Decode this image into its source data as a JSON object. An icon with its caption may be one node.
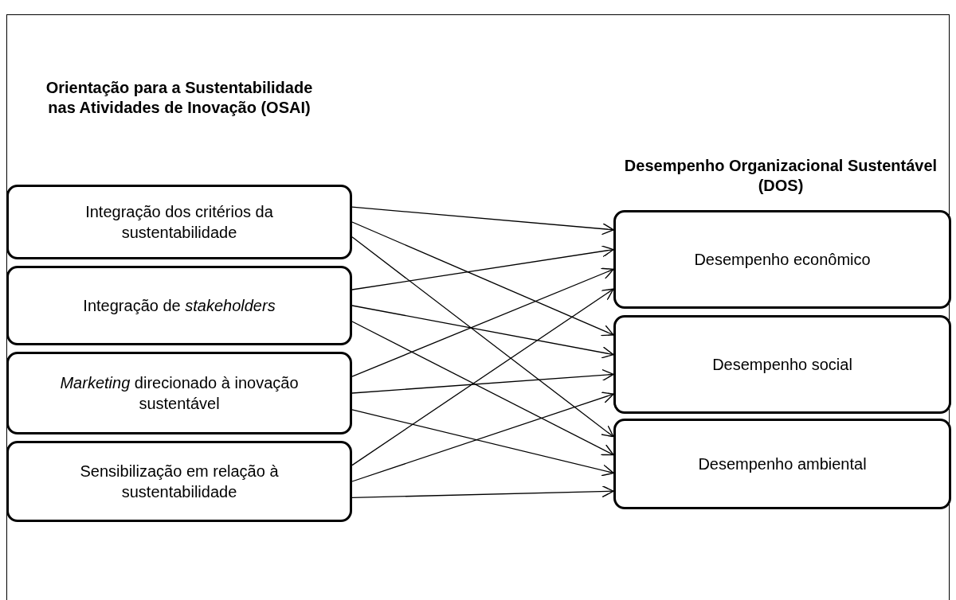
{
  "diagram": {
    "nodes": [
      {
        "text": [
          "Integração dos critérios da sustentabilidade"
        ]
      },
      {
        "text": [
          "Integração de *stakeholders*"
        ]
      },
      {
        "text": [
          "*Marketing* direcionado à inovação sustentável"
        ]
      },
      {
        "text": [
          "Sensibilização em relação à sustentabilidade"
        ]
      },
      {
        "text": [
          "Desempenho econômico"
        ]
      },
      {
        "text": [
          "Desempenho social"
        ]
      },
      {
        "text": [
          "Desempenho ambiental"
        ]
      }
    ],
    "edges": [
      {
        "from": 0,
        "to": 4,
        "arrow": "to"
      },
      {
        "from": 0,
        "to": 5,
        "arrow": "to"
      },
      {
        "from": 0,
        "to": 6,
        "arrow": "to"
      },
      {
        "from": 1,
        "to": 4,
        "arrow": "to"
      },
      {
        "from": 1,
        "to": 5,
        "arrow": "to"
      },
      {
        "from": 1,
        "to": 6,
        "arrow": "to"
      },
      {
        "from": 2,
        "to": 4,
        "arrow": "to"
      },
      {
        "from": 2,
        "to": 5,
        "arrow": "to"
      },
      {
        "from": 2,
        "to": 6,
        "arrow": "to"
      },
      {
        "from": 3,
        "to": 4,
        "arrow": "to"
      },
      {
        "from": 3,
        "to": 5,
        "arrow": "to"
      },
      {
        "from": 3,
        "to": 6,
        "arrow": "to"
      }
    ],
    "labels": [
      "Orientação para a Sustentabilidade nas Atividades de Inovação (OSAI)",
      "Desempenho Organizacional Sustentável (DOS)"
    ]
  }
}
